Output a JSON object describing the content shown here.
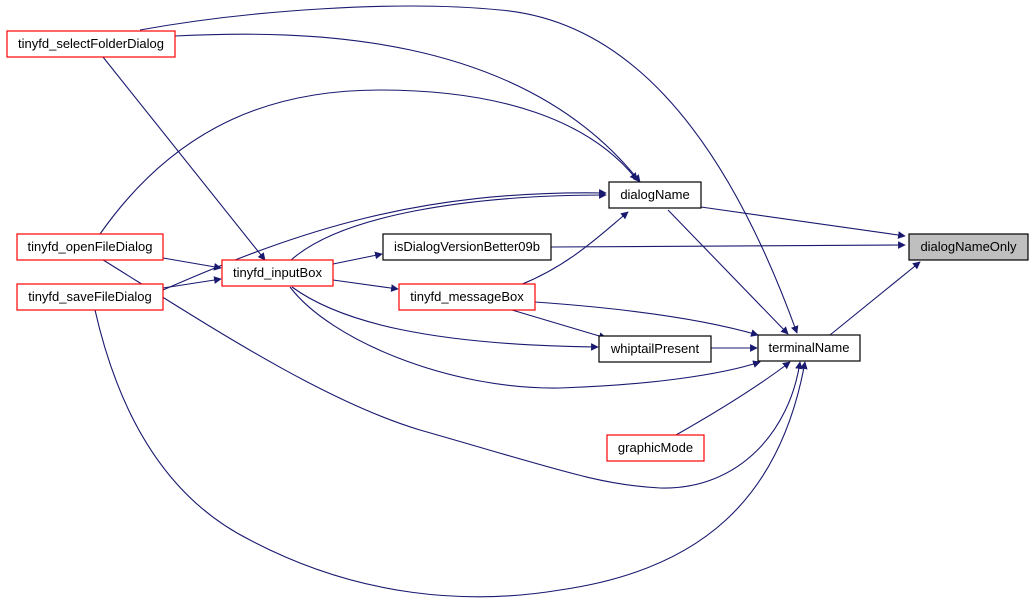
{
  "colors": {
    "edge": "#191970",
    "node_red_border": "#ff0000",
    "node_black_border": "#000000",
    "node_highlight_fill": "#bfbfbf",
    "node_fill": "#ffffff"
  },
  "nodes": {
    "select_folder_dialog": "tinyfd_selectFolderDialog",
    "open_file_dialog": "tinyfd_openFileDialog",
    "save_file_dialog": "tinyfd_saveFileDialog",
    "input_box": "tinyfd_inputBox",
    "message_box": "tinyfd_messageBox",
    "dialog_name": "dialogName",
    "is_dialog_version_better_09b": "isDialogVersionBetter09b",
    "whiptail_present": "whiptailPresent",
    "terminal_name": "terminalName",
    "graphic_mode": "graphicMode",
    "dialog_name_only": "dialogNameOnly"
  }
}
